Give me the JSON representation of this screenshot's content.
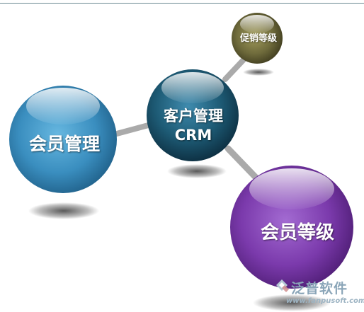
{
  "diagram": {
    "center_node": {
      "line1": "客户管理",
      "line2": "CRM"
    },
    "nodes": {
      "member_mgmt": "会员管理",
      "promo_level": "促销等级",
      "member_level": "会员等级"
    },
    "colors": {
      "center": "#1d5a74",
      "member_mgmt": "#3a8ebf",
      "promo_level": "#6e6a3b",
      "member_level": "#7b3aac",
      "connector": "#b8b8b8"
    }
  },
  "watermark": {
    "brand_text": "泛普软件",
    "url_text": "www.fanpusoft.com"
  }
}
